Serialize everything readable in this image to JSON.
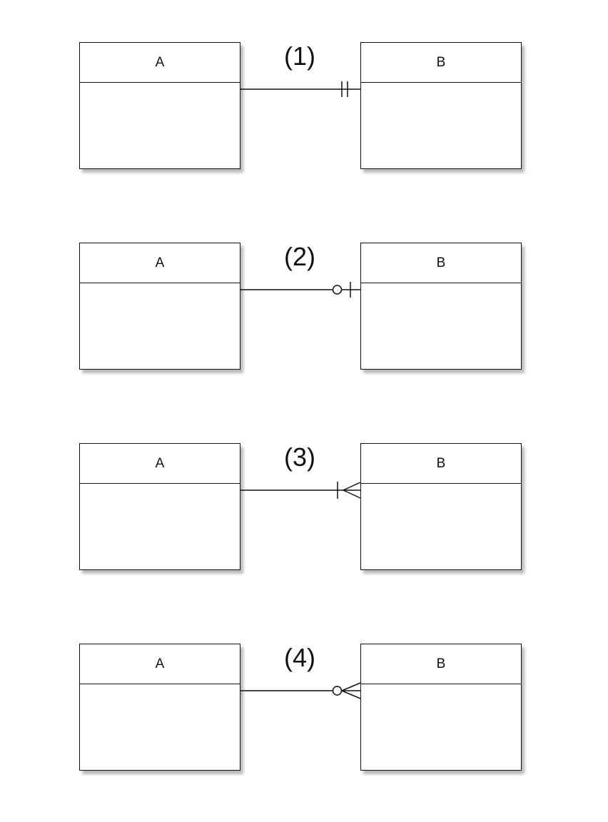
{
  "relationships": [
    {
      "label": "(1)",
      "entity_left": "A",
      "entity_right": "B",
      "cardinality_at_b": "one-and-only-one"
    },
    {
      "label": "(2)",
      "entity_left": "A",
      "entity_right": "B",
      "cardinality_at_b": "zero-or-one"
    },
    {
      "label": "(3)",
      "entity_left": "A",
      "entity_right": "B",
      "cardinality_at_b": "one-or-many"
    },
    {
      "label": "(4)",
      "entity_left": "A",
      "entity_right": "B",
      "cardinality_at_b": "zero-or-many"
    }
  ]
}
